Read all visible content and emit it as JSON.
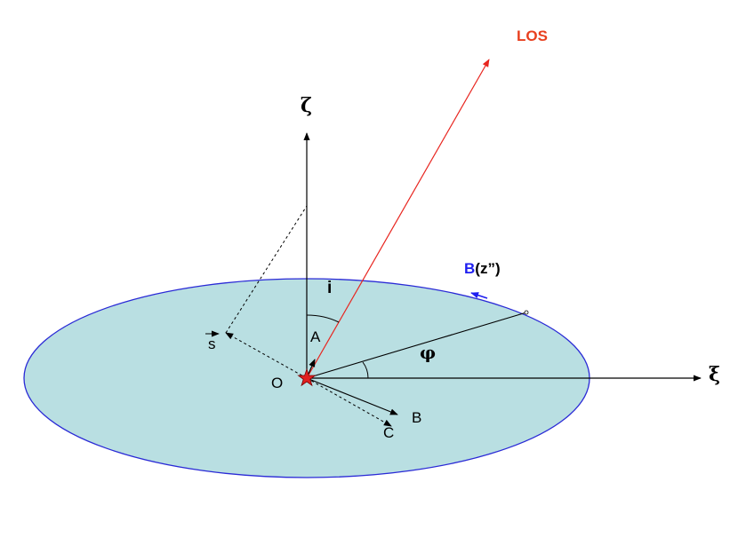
{
  "labels": {
    "los": "LOS",
    "zeta": "ζ",
    "xi": "ξ",
    "b_letter": "B",
    "b_rest": "(z”)",
    "i": "i",
    "A": "A",
    "s": "s",
    "phi": "φ",
    "O": "O",
    "B": "B",
    "C": "C"
  },
  "colors": {
    "disk_fill": "#b9dfe2",
    "disk_edge": "#2a2ad6",
    "los_line": "#e8251f",
    "los_text": "#e8401f",
    "b_blue": "#1e1ef0",
    "star": "#e02020",
    "ink": "#000000"
  }
}
